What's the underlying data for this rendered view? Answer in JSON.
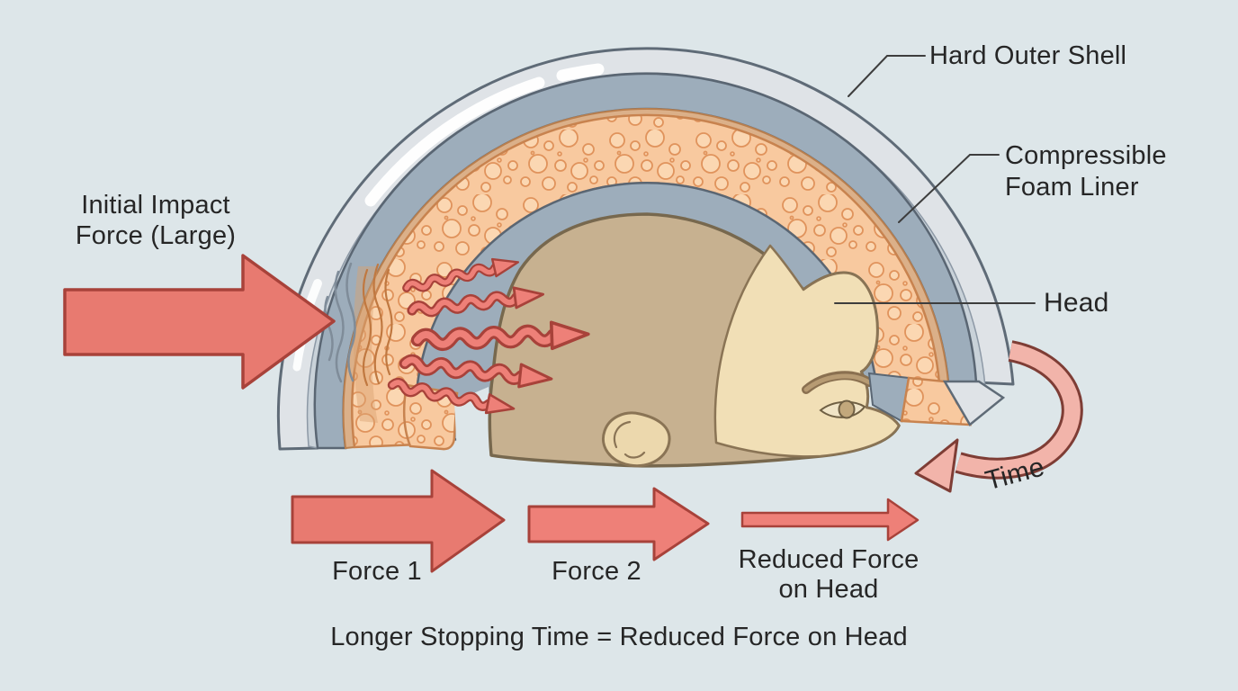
{
  "annotations": {
    "initial_impact_force": {
      "line1": "Initial Impact",
      "line2": "Force (Large)"
    },
    "hard_outer_shell": "Hard Outer Shell",
    "compressible_foam_liner": {
      "line1": "Compressible",
      "line2": "Foam Liner"
    },
    "head": "Head",
    "time": "Time",
    "force_1": "Force 1",
    "force_2": "Force 2",
    "reduced_force_on_head": {
      "line1": "Reduced Force",
      "line2": "on Head"
    },
    "caption": "Longer Stopping Time = Reduced Force on Head"
  },
  "icons": {
    "impact_arrow": "large-right-arrow",
    "force_1_arrow": "right-arrow-large",
    "force_2_arrow": "right-arrow-medium",
    "reduced_force_arrow": "right-arrow-thin",
    "time_arrow": "curved-sweep-arrow",
    "dissipation_arrows": "wavy-right-arrows-x5"
  },
  "colors": {
    "background": "#dde6e9",
    "arrow_red": "#e87a70",
    "arrow_outline": "#a8423a",
    "time_arrow_pink": "#f2b4aa",
    "shell_light_grey": "#dfe3e7",
    "shell_band_grey": "#9dadbb",
    "foam_orange": "#f8c99f",
    "foam_bubble_outline": "#e0935c",
    "head_hair_tan": "#c7b190",
    "face_skin": "#f1dfb6",
    "text": "#262626"
  }
}
